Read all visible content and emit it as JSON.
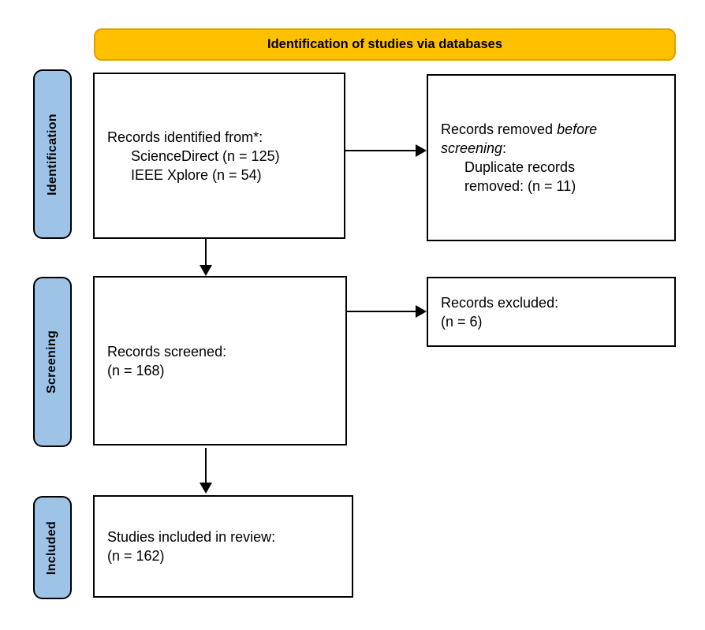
{
  "banner": {
    "label": "Identification of studies via databases"
  },
  "stages": [
    {
      "id": "identification",
      "label": "Identification"
    },
    {
      "id": "screening",
      "label": "Screening"
    },
    {
      "id": "included",
      "label": "Included"
    }
  ],
  "flow": {
    "boxes": [
      {
        "id": "records_identified",
        "lines": [
          {
            "segments": [
              {
                "t": "Records identified from*:"
              }
            ]
          },
          {
            "indent": true,
            "segments": [
              {
                "t": "ScienceDirect (n = 125)"
              }
            ]
          },
          {
            "indent": true,
            "segments": [
              {
                "t": "IEEE Xplore (n = 54)"
              }
            ]
          }
        ]
      },
      {
        "id": "records_removed",
        "lines": [
          {
            "segments": [
              {
                "t": "Records removed "
              },
              {
                "t": "before",
                "italic": true
              }
            ]
          },
          {
            "segments": [
              {
                "t": "screening",
                "italic": true
              },
              {
                "t": ":"
              }
            ]
          },
          {
            "indent": true,
            "segments": [
              {
                "t": "Duplicate records"
              }
            ]
          },
          {
            "indent": true,
            "segments": [
              {
                "t": "removed: (n = 11)"
              }
            ]
          }
        ]
      },
      {
        "id": "records_screened",
        "lines": [
          {
            "segments": [
              {
                "t": "Records screened:"
              }
            ]
          },
          {
            "segments": [
              {
                "t": "(n = 168)"
              }
            ]
          }
        ]
      },
      {
        "id": "records_excluded",
        "lines": [
          {
            "segments": [
              {
                "t": "Records excluded:"
              }
            ]
          },
          {
            "segments": [
              {
                "t": "(n = 6)"
              }
            ]
          }
        ]
      },
      {
        "id": "studies_included",
        "lines": [
          {
            "segments": [
              {
                "t": "Studies included in review:"
              }
            ]
          },
          {
            "segments": [
              {
                "t": "(n = 162)"
              }
            ]
          }
        ]
      }
    ]
  },
  "colors": {
    "banner_fill": "#FFC000",
    "banner_border": "#DFA100",
    "stage_fill": "#9DC3E6",
    "outline": "#000000",
    "box_fill": "#FFFFFF",
    "arrow": "#000000"
  }
}
